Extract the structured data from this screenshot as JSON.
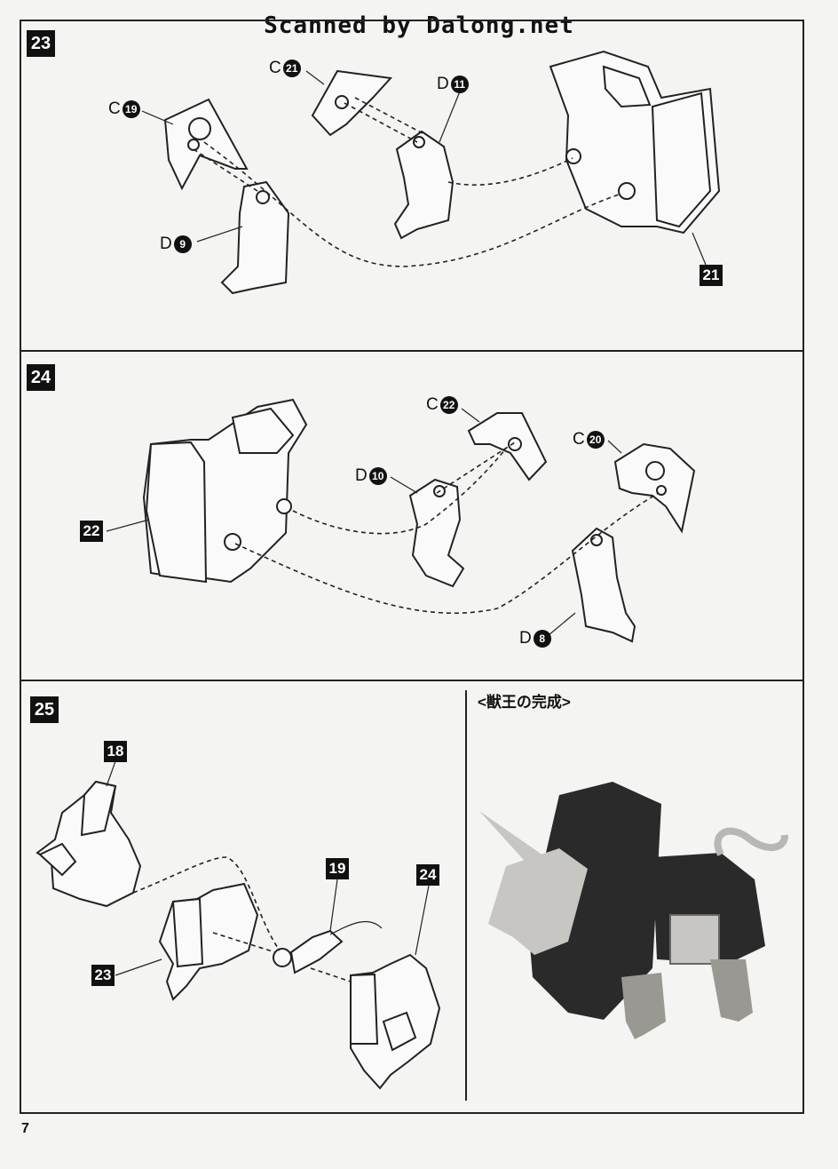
{
  "watermark": "Scanned by Dalong.net",
  "page_number": "7",
  "steps": [
    {
      "number": "23",
      "parts": [
        {
          "runner": "C",
          "num": "21"
        },
        {
          "runner": "D",
          "num": "11"
        },
        {
          "runner": "C",
          "num": "19"
        },
        {
          "runner": "D",
          "num": "9"
        }
      ],
      "result": "21"
    },
    {
      "number": "24",
      "parts": [
        {
          "runner": "C",
          "num": "22"
        },
        {
          "runner": "D",
          "num": "10"
        },
        {
          "runner": "C",
          "num": "20"
        },
        {
          "runner": "D",
          "num": "8"
        }
      ],
      "result": "22"
    },
    {
      "number": "25",
      "refs": [
        "18",
        "19",
        "24",
        "23"
      ]
    }
  ],
  "completion": {
    "title": "<獣王の完成>"
  }
}
